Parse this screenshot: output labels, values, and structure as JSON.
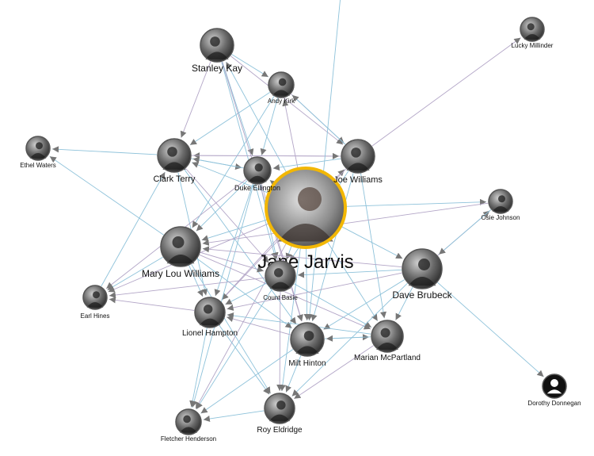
{
  "colors": {
    "edge_blue": "#8ec2da",
    "edge_purple": "#b3a6c7",
    "center_ring": "#f2b705",
    "node_ring": "#555555",
    "arrow": "#777777"
  },
  "nodes": [
    {
      "id": "jane",
      "label": "Jane Jarvis",
      "central": true,
      "icon": "portrait-icon"
    },
    {
      "id": "stanley",
      "label": "Stanley Kay",
      "icon": "portrait-icon"
    },
    {
      "id": "andy",
      "label": "Andy Kirk",
      "icon": "portrait-icon"
    },
    {
      "id": "lucky",
      "label": "Lucky Millinder",
      "icon": "portrait-icon"
    },
    {
      "id": "ethel",
      "label": "Ethel Waters",
      "icon": "portrait-icon"
    },
    {
      "id": "clark",
      "label": "Clark Terry",
      "icon": "portrait-icon"
    },
    {
      "id": "duke",
      "label": "Duke Ellington",
      "icon": "portrait-icon"
    },
    {
      "id": "joe",
      "label": "Joe Williams",
      "icon": "portrait-icon"
    },
    {
      "id": "osie",
      "label": "Osie Johnson",
      "icon": "portrait-icon"
    },
    {
      "id": "marylou",
      "label": "Mary Lou Williams",
      "icon": "portrait-icon"
    },
    {
      "id": "earl",
      "label": "Earl Hines",
      "icon": "portrait-icon"
    },
    {
      "id": "count",
      "label": "Count Basie",
      "icon": "portrait-icon"
    },
    {
      "id": "dave",
      "label": "Dave Brubeck",
      "icon": "portrait-icon"
    },
    {
      "id": "lionel",
      "label": "Lionel Hampton",
      "icon": "portrait-icon"
    },
    {
      "id": "milt",
      "label": "Milt Hinton",
      "icon": "portrait-icon"
    },
    {
      "id": "marian",
      "label": "Marian McPartland",
      "icon": "portrait-icon"
    },
    {
      "id": "dorothy",
      "label": "Dorothy Donnegan",
      "icon": "person-placeholder-icon"
    },
    {
      "id": "fletcher",
      "label": "Fletcher Henderson",
      "icon": "portrait-icon"
    },
    {
      "id": "roy",
      "label": "Roy Eldridge",
      "icon": "portrait-icon"
    }
  ],
  "edges": [
    [
      "jane",
      "stanley"
    ],
    [
      "jane",
      "andy"
    ],
    [
      "jane",
      "clark"
    ],
    [
      "jane",
      "duke"
    ],
    [
      "jane",
      "joe"
    ],
    [
      "jane",
      "osie"
    ],
    [
      "jane",
      "marylou"
    ],
    [
      "jane",
      "earl"
    ],
    [
      "jane",
      "count"
    ],
    [
      "jane",
      "dave"
    ],
    [
      "jane",
      "lionel"
    ],
    [
      "jane",
      "milt"
    ],
    [
      "jane",
      "marian"
    ],
    [
      "jane",
      "fletcher"
    ],
    [
      "jane",
      "roy"
    ],
    [
      "stanley",
      "andy"
    ],
    [
      "stanley",
      "clark"
    ],
    [
      "stanley",
      "duke"
    ],
    [
      "stanley",
      "count"
    ],
    [
      "stanley",
      "joe"
    ],
    [
      "andy",
      "clark"
    ],
    [
      "andy",
      "duke"
    ],
    [
      "andy",
      "joe"
    ],
    [
      "andy",
      "marylou"
    ],
    [
      "joe",
      "duke"
    ],
    [
      "joe",
      "clark"
    ],
    [
      "joe",
      "andy"
    ],
    [
      "joe",
      "count"
    ],
    [
      "joe",
      "lionel"
    ],
    [
      "joe",
      "marian"
    ],
    [
      "joe",
      "milt"
    ],
    [
      "joe",
      "lucky"
    ],
    [
      "clark",
      "ethel"
    ],
    [
      "clark",
      "duke"
    ],
    [
      "clark",
      "count"
    ],
    [
      "clark",
      "lionel"
    ],
    [
      "clark",
      "milt"
    ],
    [
      "clark",
      "joe"
    ],
    [
      "duke",
      "clark"
    ],
    [
      "duke",
      "marylou"
    ],
    [
      "duke",
      "earl"
    ],
    [
      "duke",
      "lionel"
    ],
    [
      "duke",
      "count"
    ],
    [
      "duke",
      "milt"
    ],
    [
      "duke",
      "fletcher"
    ],
    [
      "marylou",
      "earl"
    ],
    [
      "marylou",
      "count"
    ],
    [
      "marylou",
      "lionel"
    ],
    [
      "marylou",
      "milt"
    ],
    [
      "marylou",
      "marian"
    ],
    [
      "marylou",
      "ethel"
    ],
    [
      "marylou",
      "roy"
    ],
    [
      "count",
      "earl"
    ],
    [
      "count",
      "lionel"
    ],
    [
      "count",
      "fletcher"
    ],
    [
      "count",
      "roy"
    ],
    [
      "count",
      "marian"
    ],
    [
      "dave",
      "count"
    ],
    [
      "dave",
      "lionel"
    ],
    [
      "dave",
      "milt"
    ],
    [
      "dave",
      "marian"
    ],
    [
      "dave",
      "marylou"
    ],
    [
      "dave",
      "roy"
    ],
    [
      "dave",
      "dorothy"
    ],
    [
      "dave",
      "osie"
    ],
    [
      "lionel",
      "roy"
    ],
    [
      "lionel",
      "fletcher"
    ],
    [
      "lionel",
      "earl"
    ],
    [
      "milt",
      "roy"
    ],
    [
      "milt",
      "fletcher"
    ],
    [
      "milt",
      "lionel"
    ],
    [
      "milt",
      "marian"
    ],
    [
      "marian",
      "milt"
    ],
    [
      "marian",
      "roy"
    ],
    [
      "marian",
      "lionel"
    ],
    [
      "roy",
      "fletcher"
    ],
    [
      "osie",
      "marylou"
    ],
    [
      "osie",
      "dave"
    ],
    [
      "earl",
      "clark"
    ],
    [
      "stanley",
      "milt"
    ],
    [
      "offscreen",
      "milt"
    ]
  ]
}
